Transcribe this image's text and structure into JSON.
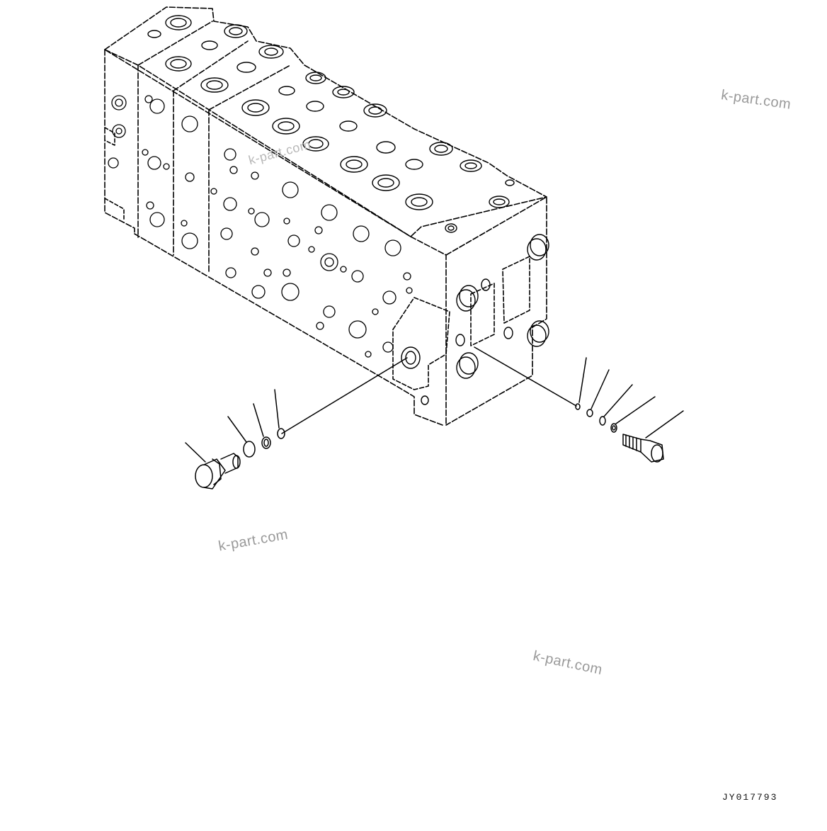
{
  "watermarks": [
    "k-part.com",
    "k-part.com",
    "k-part.com",
    "k-part.com"
  ],
  "drawing_code": "JY017793",
  "colors": {
    "line": "#000000",
    "background": "#ffffff",
    "watermark": "#9a9a9a"
  }
}
